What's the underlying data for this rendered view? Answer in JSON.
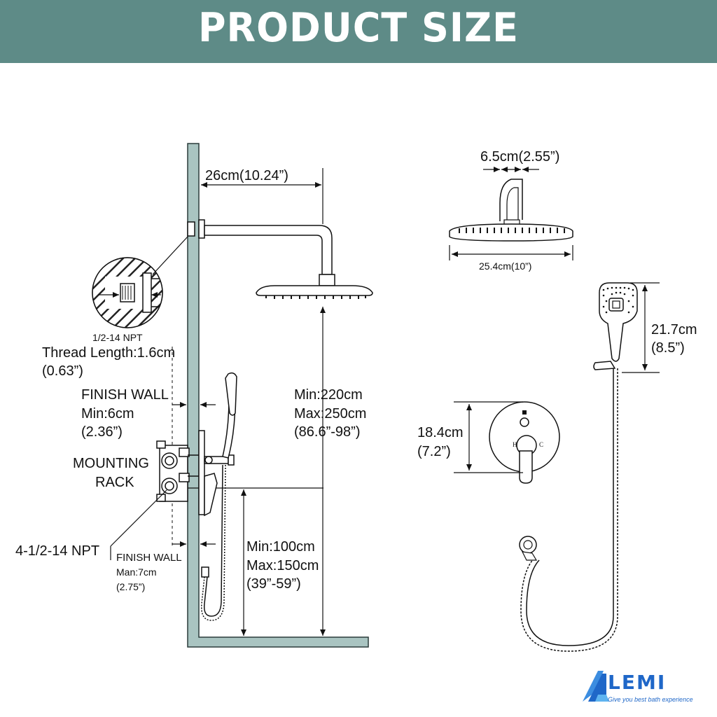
{
  "header": {
    "title": "PRODUCT SIZE",
    "color": "#5e8b87"
  },
  "left_diagram": {
    "arm_length": "26cm(10.24”)",
    "thread_type": "1/2-14 NPT",
    "thread_length": "Thread Length:1.6cm",
    "thread_length_in": "(0.63”)",
    "finish_wall_top": {
      "label": "FINISH WALL",
      "min": "Min:6cm",
      "inch": "(2.36”)"
    },
    "mounting_rack": {
      "line1": "MOUNTING",
      "line2": "RACK"
    },
    "outlet_npt": "4-1/2-14 NPT",
    "finish_wall_bottom": {
      "label": "FINISH WALL",
      "max": "Man:7cm",
      "inch": "(2.75”)"
    },
    "showerhead_height": {
      "min": "Min:220cm",
      "max": "Max:250cm",
      "inch": "(86.6”-98”)"
    },
    "valve_height": {
      "min": "Min:100cm",
      "max": "Max:150cm",
      "inch": "(39”-59”)"
    }
  },
  "right_diagram": {
    "arm_width": "6.5cm(2.55”)",
    "head_diameter": "25.4cm(10”)",
    "handheld_length": "21.7cm",
    "handheld_length_in": "(8.5”)",
    "trim_diameter": "18.4cm",
    "trim_diameter_in": "(7.2”)"
  },
  "logo": {
    "text": "LEMI",
    "tagline": "Give you best bath experience",
    "color": "#1f67c8"
  }
}
